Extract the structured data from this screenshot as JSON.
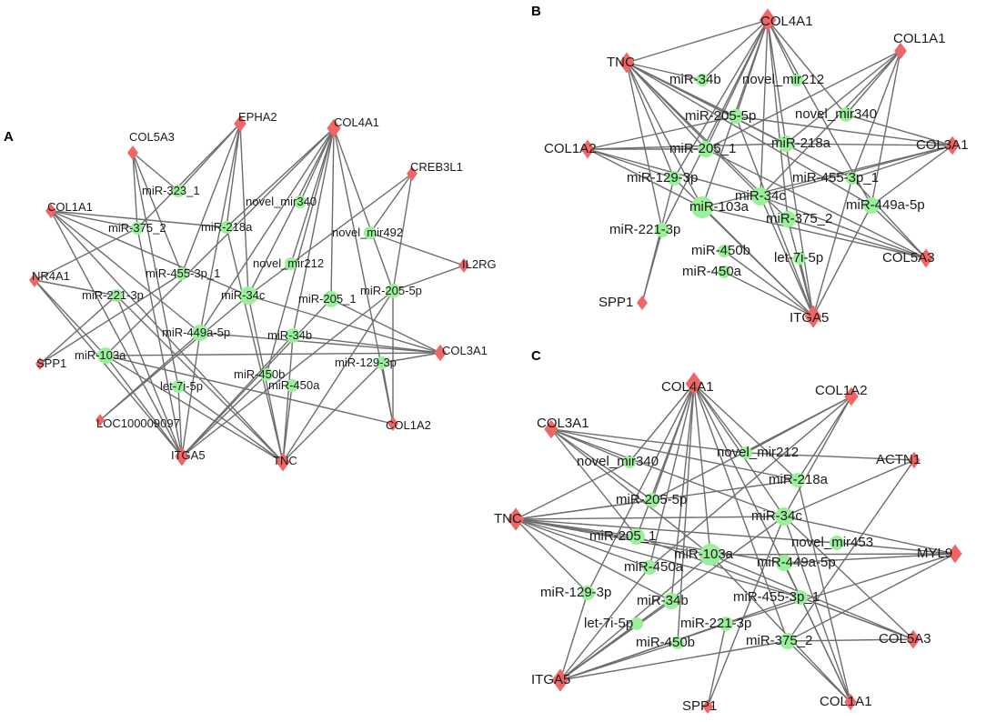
{
  "colors": {
    "gene": "#f06666",
    "mirna": "#9af09a",
    "edge": "#6d6d6d"
  },
  "panels": [
    {
      "letter": "A",
      "genes": [
        "COL5A3",
        "EPHA2",
        "COL4A1",
        "CREB3L1",
        "COL1A1",
        "IL2RG",
        "NR4A1",
        "COL3A1",
        "SPP1",
        "LOC100009097",
        "COL1A2",
        "ITGA5",
        "TNC"
      ],
      "mirnas": [
        "miR-323_1",
        "novel_mir340",
        "miR-375_2",
        "miR-218a",
        "novel_mir492",
        "miR-455-3p_1",
        "novel_mir212",
        "miR-34c",
        "miR-205_1",
        "miR-205-5p",
        "miR-221-3p",
        "miR-449a-5p",
        "miR-34b",
        "miR-103a",
        "miR-450b",
        "miR-129-3p",
        "let-7i-5p",
        "miR-450a"
      ],
      "edges": [
        [
          "COL5A3",
          "miR-323_1"
        ],
        [
          "COL5A3",
          "miR-375_2"
        ],
        [
          "COL5A3",
          "miR-455-3p_1"
        ],
        [
          "COL5A3",
          "let-7i-5p"
        ],
        [
          "EPHA2",
          "miR-323_1"
        ],
        [
          "EPHA2",
          "miR-218a"
        ],
        [
          "EPHA2",
          "miR-375_2"
        ],
        [
          "EPHA2",
          "miR-455-3p_1"
        ],
        [
          "EPHA2",
          "miR-34c"
        ],
        [
          "EPHA2",
          "miR-449a-5p"
        ],
        [
          "COL4A1",
          "novel_mir340"
        ],
        [
          "COL4A1",
          "miR-218a"
        ],
        [
          "COL4A1",
          "novel_mir212"
        ],
        [
          "COL4A1",
          "miR-34c"
        ],
        [
          "COL4A1",
          "miR-205_1"
        ],
        [
          "COL4A1",
          "miR-205-5p"
        ],
        [
          "COL4A1",
          "miR-34b"
        ],
        [
          "COL4A1",
          "miR-449a-5p"
        ],
        [
          "COL4A1",
          "miR-103a"
        ],
        [
          "COL4A1",
          "COL1A2"
        ],
        [
          "COL4A1",
          "miR-450b"
        ],
        [
          "CREB3L1",
          "novel_mir492"
        ],
        [
          "CREB3L1",
          "miR-205-5p"
        ],
        [
          "CREB3L1",
          "miR-34c"
        ],
        [
          "COL1A1",
          "miR-375_2"
        ],
        [
          "COL1A1",
          "miR-218a"
        ],
        [
          "COL1A1",
          "miR-449a-5p"
        ],
        [
          "COL1A1",
          "miR-34c"
        ],
        [
          "COL1A1",
          "TNC"
        ],
        [
          "COL1A1",
          "ITGA5"
        ],
        [
          "IL2RG",
          "novel_mir492"
        ],
        [
          "IL2RG",
          "miR-205-5p"
        ],
        [
          "NR4A1",
          "miR-221-3p"
        ],
        [
          "NR4A1",
          "miR-103a"
        ],
        [
          "NR4A1",
          "miR-375_2"
        ],
        [
          "NR4A1",
          "ITGA5"
        ],
        [
          "COL3A1",
          "miR-34c"
        ],
        [
          "COL3A1",
          "miR-34b"
        ],
        [
          "COL3A1",
          "miR-205_1"
        ],
        [
          "COL3A1",
          "miR-129-3p"
        ],
        [
          "COL3A1",
          "miR-449a-5p"
        ],
        [
          "COL3A1",
          "miR-103a"
        ],
        [
          "SPP1",
          "miR-221-3p"
        ],
        [
          "SPP1",
          "miR-455-3p_1"
        ],
        [
          "LOC100009097",
          "miR-34c"
        ],
        [
          "LOC100009097",
          "miR-449a-5p"
        ],
        [
          "COL1A2",
          "miR-205-5p"
        ],
        [
          "COL1A2",
          "miR-103a"
        ],
        [
          "COL1A2",
          "miR-129-3p"
        ],
        [
          "ITGA5",
          "miR-103a"
        ],
        [
          "ITGA5",
          "let-7i-5p"
        ],
        [
          "ITGA5",
          "miR-450b"
        ],
        [
          "ITGA5",
          "miR-205-5p"
        ],
        [
          "ITGA5",
          "miR-221-3p"
        ],
        [
          "ITGA5",
          "miR-449a-5p"
        ],
        [
          "ITGA5",
          "miR-375_2"
        ],
        [
          "ITGA5",
          "miR-34b"
        ],
        [
          "ITGA5",
          "miR-205_1"
        ],
        [
          "TNC",
          "miR-103a"
        ],
        [
          "TNC",
          "let-7i-5p"
        ],
        [
          "TNC",
          "miR-34c"
        ],
        [
          "TNC",
          "miR-205-5p"
        ],
        [
          "TNC",
          "miR-129-3p"
        ],
        [
          "TNC",
          "miR-450a"
        ],
        [
          "TNC",
          "miR-34b"
        ],
        [
          "TNC",
          "miR-218a"
        ],
        [
          "TNC",
          "miR-221-3p"
        ]
      ]
    },
    {
      "letter": "B",
      "genes": [
        "COL4A1",
        "COL1A1",
        "TNC",
        "COL1A2",
        "COL3A1",
        "COL5A3",
        "SPP1",
        "ITGA5"
      ],
      "mirnas": [
        "miR-34b",
        "novel_mir212",
        "novel_mir340",
        "miR-205-5p",
        "miR-218a",
        "miR-205_1",
        "miR-455-3p_1",
        "miR-129-3p",
        "miR-34c",
        "miR-449a-5p",
        "miR-103a",
        "miR-375_2",
        "miR-221-3p",
        "miR-450b",
        "let-7i-5p",
        "miR-450a"
      ],
      "edges": [
        [
          "COL4A1",
          "miR-34b"
        ],
        [
          "COL4A1",
          "novel_mir212"
        ],
        [
          "COL4A1",
          "novel_mir340"
        ],
        [
          "COL4A1",
          "miR-205-5p"
        ],
        [
          "COL4A1",
          "miR-218a"
        ],
        [
          "COL4A1",
          "miR-205_1"
        ],
        [
          "COL4A1",
          "miR-34c"
        ],
        [
          "COL4A1",
          "miR-103a"
        ],
        [
          "COL4A1",
          "miR-375_2"
        ],
        [
          "COL4A1",
          "miR-129-3p"
        ],
        [
          "COL4A1",
          "miR-221-3p"
        ],
        [
          "COL4A1",
          "TNC"
        ],
        [
          "COL4A1",
          "miR-449a-5p"
        ],
        [
          "TNC",
          "miR-34b"
        ],
        [
          "TNC",
          "miR-205-5p"
        ],
        [
          "TNC",
          "miR-205_1"
        ],
        [
          "TNC",
          "miR-218a"
        ],
        [
          "TNC",
          "miR-129-3p"
        ],
        [
          "TNC",
          "miR-103a"
        ],
        [
          "TNC",
          "miR-34c"
        ],
        [
          "TNC",
          "miR-221-3p"
        ],
        [
          "TNC",
          "miR-375_2"
        ],
        [
          "TNC",
          "miR-449a-5p"
        ],
        [
          "TNC",
          "miR-455-3p_1"
        ],
        [
          "COL1A1",
          "novel_mir340"
        ],
        [
          "COL1A1",
          "miR-218a"
        ],
        [
          "COL1A1",
          "miR-205_1"
        ],
        [
          "COL1A1",
          "miR-449a-5p"
        ],
        [
          "COL1A1",
          "miR-455-3p_1"
        ],
        [
          "COL1A1",
          "miR-34c"
        ],
        [
          "COL1A2",
          "miR-205_1"
        ],
        [
          "COL1A2",
          "miR-218a"
        ],
        [
          "COL1A2",
          "miR-103a"
        ],
        [
          "COL1A2",
          "miR-34c"
        ],
        [
          "COL1A2",
          "miR-129-3p"
        ],
        [
          "COL1A2",
          "miR-205-5p"
        ],
        [
          "COL3A1",
          "miR-218a"
        ],
        [
          "COL3A1",
          "miR-205-5p"
        ],
        [
          "COL3A1",
          "miR-455-3p_1"
        ],
        [
          "COL3A1",
          "miR-34c"
        ],
        [
          "COL3A1",
          "miR-449a-5p"
        ],
        [
          "COL3A1",
          "novel_mir340"
        ],
        [
          "COL3A1",
          "miR-103a"
        ],
        [
          "COL5A3",
          "miR-449a-5p"
        ],
        [
          "COL5A3",
          "miR-375_2"
        ],
        [
          "COL5A3",
          "miR-103a"
        ],
        [
          "COL5A3",
          "miR-34c"
        ],
        [
          "COL5A3",
          "miR-455-3p_1"
        ],
        [
          "COL5A3",
          "miR-205_1"
        ],
        [
          "SPP1",
          "miR-221-3p"
        ],
        [
          "SPP1",
          "miR-129-3p"
        ],
        [
          "ITGA5",
          "let-7i-5p"
        ],
        [
          "ITGA5",
          "miR-450a"
        ],
        [
          "ITGA5",
          "miR-450b"
        ],
        [
          "ITGA5",
          "miR-34c"
        ],
        [
          "ITGA5",
          "miR-375_2"
        ],
        [
          "ITGA5",
          "miR-449a-5p"
        ],
        [
          "ITGA5",
          "miR-103a"
        ],
        [
          "ITGA5",
          "miR-205-5p"
        ],
        [
          "ITGA5",
          "miR-129-3p"
        ],
        [
          "ITGA5",
          "miR-218a"
        ],
        [
          "ITGA5",
          "miR-455-3p_1"
        ]
      ]
    },
    {
      "letter": "C",
      "genes": [
        "COL4A1",
        "COL1A2",
        "COL3A1",
        "ACTN1",
        "TNC",
        "MYL9",
        "COL5A3",
        "ITGA5",
        "SPP1",
        "COL1A1"
      ],
      "mirnas": [
        "novel_mir340",
        "novel_mir212",
        "miR-218a",
        "miR-205-5p",
        "miR-34c",
        "miR-205_1",
        "novel_mir453",
        "miR-103a",
        "miR-450a",
        "miR-449a-5p",
        "miR-129-3p",
        "miR-34b",
        "miR-455-3p_1",
        "let-7i-5p",
        "miR-221-3p",
        "miR-450b",
        "miR-375_2"
      ],
      "edges": [
        [
          "COL4A1",
          "novel_mir340"
        ],
        [
          "COL4A1",
          "miR-205-5p"
        ],
        [
          "COL4A1",
          "miR-205_1"
        ],
        [
          "COL4A1",
          "miR-103a"
        ],
        [
          "COL4A1",
          "miR-450a"
        ],
        [
          "COL4A1",
          "miR-34b"
        ],
        [
          "COL4A1",
          "miR-34c"
        ],
        [
          "COL4A1",
          "miR-218a"
        ],
        [
          "COL4A1",
          "novel_mir212"
        ],
        [
          "COL4A1",
          "miR-129-3p"
        ],
        [
          "COL4A1",
          "miR-450b"
        ],
        [
          "COL4A1",
          "miR-375_2"
        ],
        [
          "COL4A1",
          "miR-455-3p_1"
        ],
        [
          "COL1A2",
          "novel_mir212"
        ],
        [
          "COL1A2",
          "miR-218a"
        ],
        [
          "COL1A2",
          "miR-34c"
        ],
        [
          "COL1A2",
          "miR-205-5p"
        ],
        [
          "COL1A2",
          "miR-450a"
        ],
        [
          "COL3A1",
          "miR-205-5p"
        ],
        [
          "COL3A1",
          "novel_mir340"
        ],
        [
          "COL3A1",
          "miR-34c"
        ],
        [
          "COL3A1",
          "miR-103a"
        ],
        [
          "COL3A1",
          "miR-218a"
        ],
        [
          "COL3A1",
          "novel_mir212"
        ],
        [
          "COL3A1",
          "miR-205_1"
        ],
        [
          "ACTN1",
          "novel_mir212"
        ],
        [
          "ACTN1",
          "miR-34c"
        ],
        [
          "ACTN1",
          "miR-375_2"
        ],
        [
          "TNC",
          "miR-205-5p"
        ],
        [
          "TNC",
          "miR-205_1"
        ],
        [
          "TNC",
          "miR-103a"
        ],
        [
          "TNC",
          "miR-34c"
        ],
        [
          "TNC",
          "miR-450a"
        ],
        [
          "TNC",
          "miR-34b"
        ],
        [
          "TNC",
          "miR-455-3p_1"
        ],
        [
          "TNC",
          "miR-449a-5p"
        ],
        [
          "TNC",
          "miR-129-3p"
        ],
        [
          "TNC",
          "novel_mir340"
        ],
        [
          "TNC",
          "miR-218a"
        ],
        [
          "TNC",
          "novel_mir453"
        ],
        [
          "MYL9",
          "novel_mir453"
        ],
        [
          "MYL9",
          "miR-34c"
        ],
        [
          "MYL9",
          "miR-103a"
        ],
        [
          "MYL9",
          "miR-449a-5p"
        ],
        [
          "MYL9",
          "miR-375_2"
        ],
        [
          "MYL9",
          "miR-221-3p"
        ],
        [
          "COL5A3",
          "miR-375_2"
        ],
        [
          "COL5A3",
          "miR-455-3p_1"
        ],
        [
          "COL5A3",
          "miR-103a"
        ],
        [
          "COL5A3",
          "miR-34c"
        ],
        [
          "COL5A3",
          "miR-205_1"
        ],
        [
          "ITGA5",
          "miR-34b"
        ],
        [
          "ITGA5",
          "let-7i-5p"
        ],
        [
          "ITGA5",
          "miR-450b"
        ],
        [
          "ITGA5",
          "miR-103a"
        ],
        [
          "ITGA5",
          "miR-34c"
        ],
        [
          "ITGA5",
          "miR-375_2"
        ],
        [
          "ITGA5",
          "miR-221-3p"
        ],
        [
          "ITGA5",
          "miR-455-3p_1"
        ],
        [
          "ITGA5",
          "miR-129-3p"
        ],
        [
          "ITGA5",
          "miR-450a"
        ],
        [
          "SPP1",
          "miR-221-3p"
        ],
        [
          "SPP1",
          "miR-34c"
        ],
        [
          "COL1A1",
          "miR-375_2"
        ],
        [
          "COL1A1",
          "miR-103a"
        ],
        [
          "COL1A1",
          "miR-449a-5p"
        ],
        [
          "COL1A1",
          "miR-34c"
        ],
        [
          "COL1A1",
          "miR-218a"
        ],
        [
          "COL1A1",
          "miR-455-3p_1"
        ]
      ]
    }
  ]
}
